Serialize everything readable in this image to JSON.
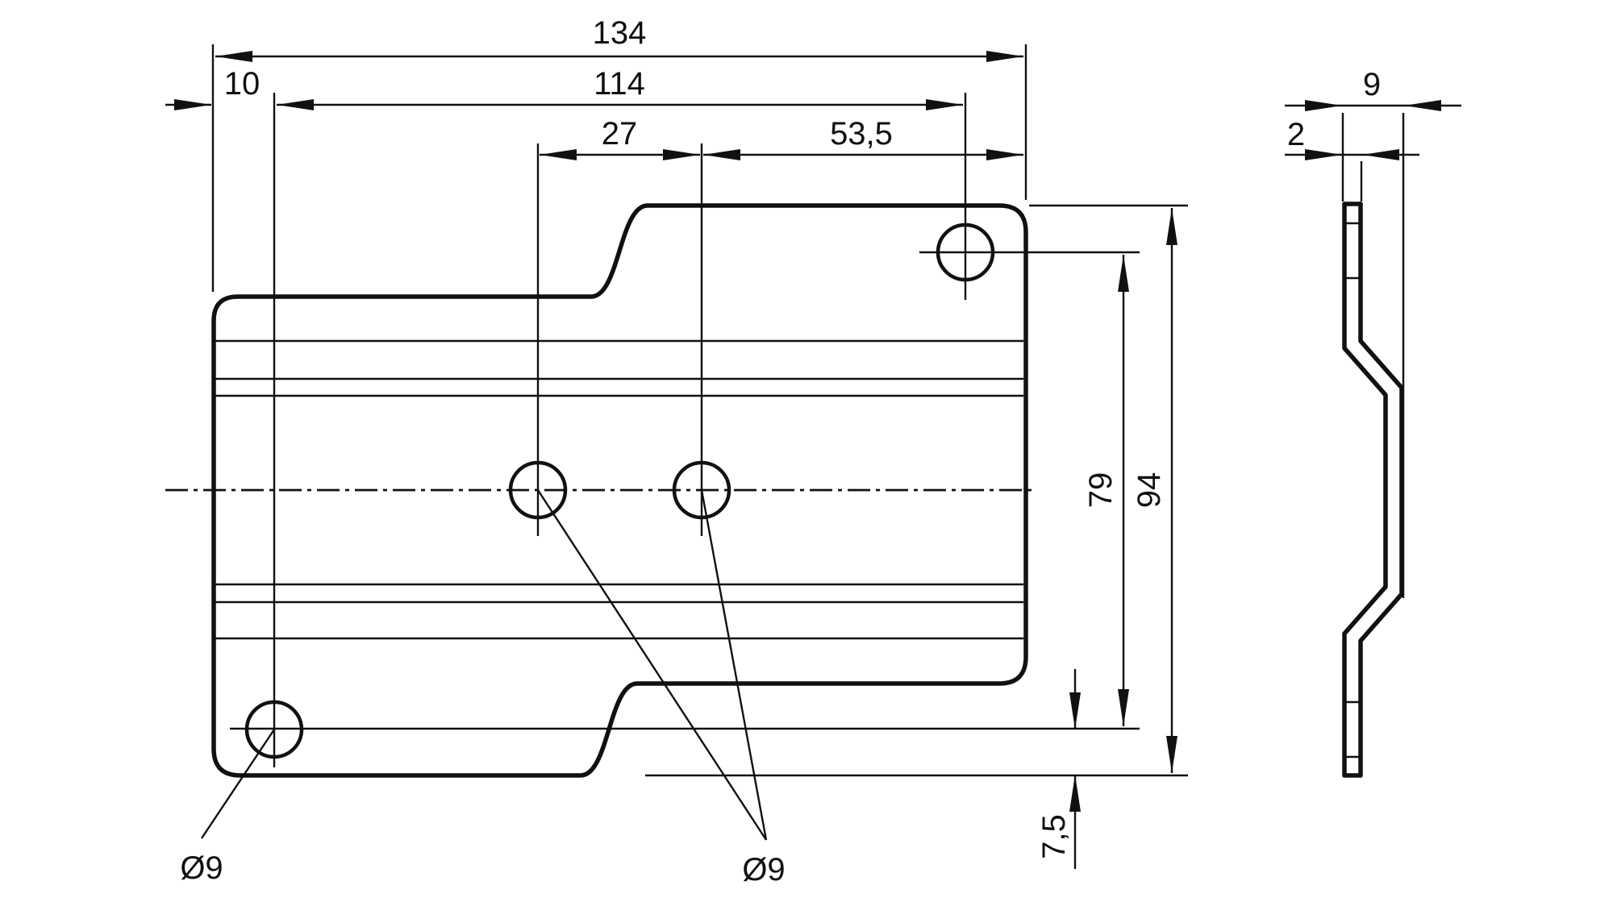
{
  "title": "Stepped mounting plate – dimensioned technical drawing",
  "colors": {
    "ink": "#111111",
    "background": "#ffffff"
  },
  "front_view": {
    "name": "front-view",
    "dimensions": {
      "overall_width": "134",
      "hole_span_width": "114",
      "left_hole_offset": "10",
      "center_hole_spacing": "27",
      "right_hole_to_edge": "53,5",
      "hole_span_height": "79",
      "overall_height": "94",
      "edge_to_hole": "7,5",
      "bottom_left_hole_diameter": "Ø9",
      "center_holes_diameter": "Ø9"
    },
    "holes": [
      {
        "name": "bottom-left-hole",
        "diameter_mm": 9
      },
      {
        "name": "center-hole-left",
        "diameter_mm": 9
      },
      {
        "name": "center-hole-right",
        "diameter_mm": 9
      },
      {
        "name": "top-right-hole",
        "diameter_mm": 9
      }
    ]
  },
  "side_view": {
    "name": "side-profile-view",
    "dimensions": {
      "profile_depth": "9",
      "material_thickness": "2"
    }
  }
}
